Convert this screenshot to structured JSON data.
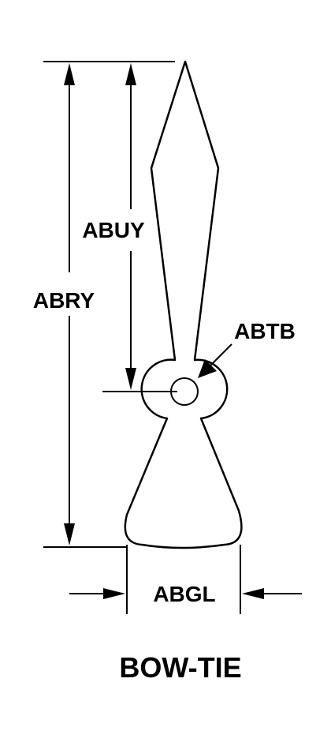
{
  "labels": {
    "abry": "ABRY",
    "abuy": "ABUY",
    "abtb": "ABTB",
    "abgl": "ABGL",
    "title": "BOW-TIE"
  }
}
